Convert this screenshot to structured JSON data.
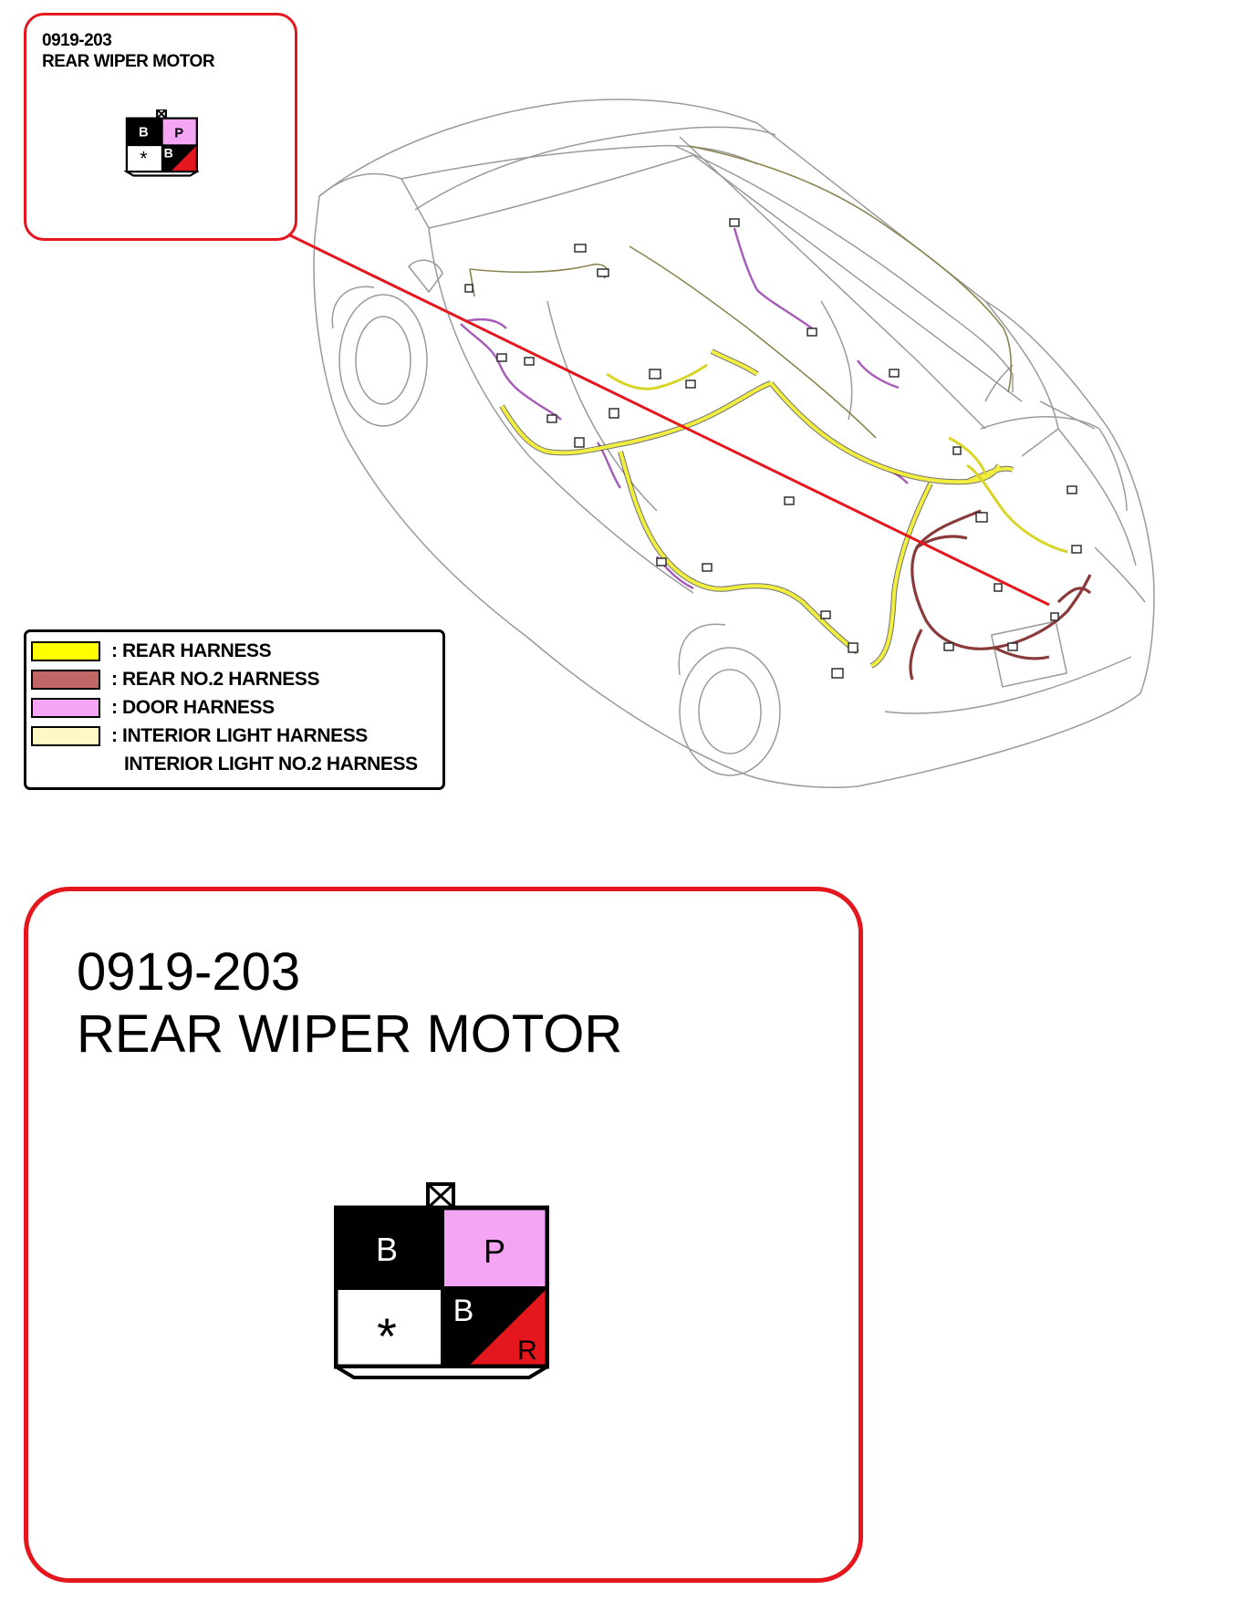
{
  "callout": {
    "code": "0919-203",
    "name": "REAR WIPER MOTOR"
  },
  "connector": {
    "terminals": [
      {
        "label": "B",
        "color": "#000000",
        "text_color": "#ffffff"
      },
      {
        "label": "P",
        "color": "#f4a6f4",
        "text_color": "#000000"
      },
      {
        "label": "*",
        "color": "#ffffff",
        "text_color": "#000000"
      },
      {
        "label": "B",
        "label2": "R",
        "color": "#000000",
        "color2": "#e4161e",
        "text_color": "#ffffff"
      }
    ]
  },
  "legend": {
    "items": [
      {
        "label": ": REAR HARNESS",
        "color": "#ffff00"
      },
      {
        "label": ": REAR NO.2 HARNESS",
        "color": "#c06666"
      },
      {
        "label": ": DOOR HARNESS",
        "color": "#f4a6f4"
      },
      {
        "label": ": INTERIOR LIGHT HARNESS",
        "color": "#fff8c4"
      },
      {
        "label": "INTERIOR LIGHT NO.2 HARNESS",
        "color": null
      }
    ]
  },
  "colors": {
    "callout_border": "#e4161e",
    "leader_line": "#e4161e",
    "car_outline": "#9a9a9a"
  }
}
